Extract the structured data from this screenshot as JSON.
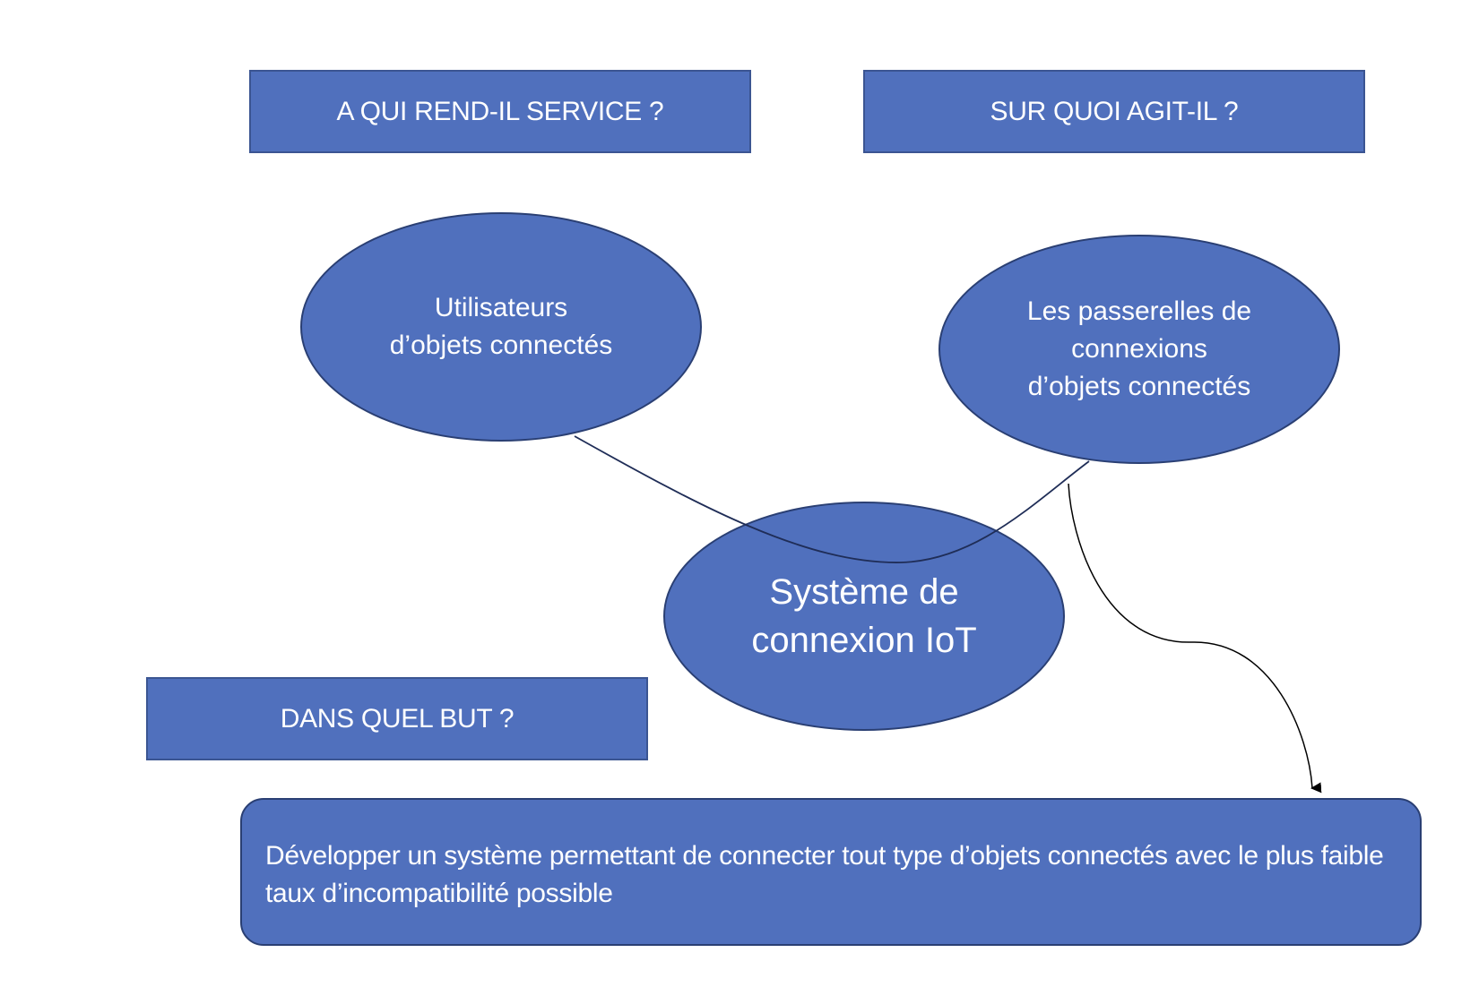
{
  "questions": {
    "who": "A QUI REND-IL SERVICE ?",
    "what": "SUR QUOI AGIT-IL ?",
    "why": "DANS QUEL BUT ?"
  },
  "nodes": {
    "users": "Utilisateurs\nd’objets connectés",
    "gateway": "Les passerelles de\nconnexions\nd’objets connectés",
    "system": "Système de\nconnexion IoT"
  },
  "goal": "Développer un système permettant de connecter tout type d’objets connectés avec le plus faible taux d’incompatibilité possible",
  "colors": {
    "fill": "#5070bd",
    "border": "#2a3f73",
    "text": "#ffffff",
    "line": "#1f2d57",
    "arrow": "#000000"
  }
}
